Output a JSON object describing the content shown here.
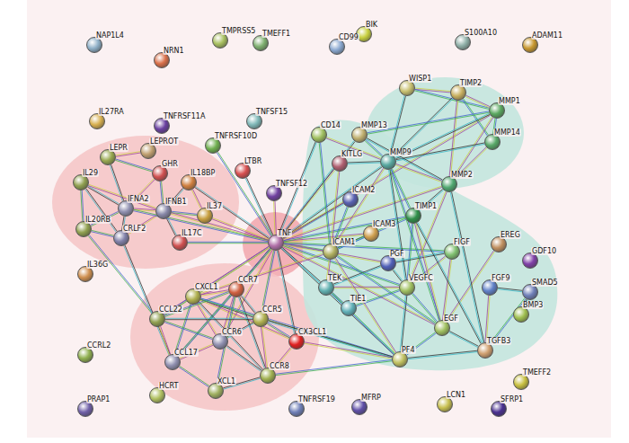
{
  "diagram": {
    "nodes": [
      {
        "text": [
          "NAP1L4"
        ]
      },
      {
        "text": [
          "NRN1"
        ]
      },
      {
        "text": [
          "TMPRSS5"
        ]
      },
      {
        "text": [
          "TMEFF1"
        ]
      },
      {
        "text": [
          "BIK"
        ]
      },
      {
        "text": [
          "CD99"
        ]
      },
      {
        "text": [
          "S100A10"
        ]
      },
      {
        "text": [
          "ADAM11"
        ]
      },
      {
        "text": [
          "WISP1"
        ]
      },
      {
        "text": [
          "TIMP2"
        ]
      },
      {
        "text": [
          "IL27RA"
        ]
      },
      {
        "text": [
          "TNFRSF11A"
        ]
      },
      {
        "text": [
          "TNFSF15"
        ]
      },
      {
        "text": [
          "MMP1"
        ]
      },
      {
        "text": [
          "CD14"
        ]
      },
      {
        "text": [
          "MMP13"
        ]
      },
      {
        "text": [
          "TNFRSF10D"
        ]
      },
      {
        "text": [
          "LEPR"
        ]
      },
      {
        "text": [
          "LEPROT"
        ]
      },
      {
        "text": [
          "MMP14"
        ]
      },
      {
        "text": [
          "GHR"
        ]
      },
      {
        "text": [
          "IL18BP"
        ]
      },
      {
        "text": [
          "LTBR"
        ]
      },
      {
        "text": [
          "KITLG"
        ]
      },
      {
        "text": [
          "MMP9"
        ]
      },
      {
        "text": [
          "IL29"
        ]
      },
      {
        "text": [
          "TNFSF12"
        ]
      },
      {
        "text": [
          "IFNA2"
        ]
      },
      {
        "text": [
          "IFNB1"
        ]
      },
      {
        "text": [
          "IL37"
        ]
      },
      {
        "text": [
          "MMP2"
        ]
      },
      {
        "text": [
          "ICAM2"
        ]
      },
      {
        "text": [
          "TIMP1"
        ]
      },
      {
        "text": [
          "IL20RB"
        ]
      },
      {
        "text": [
          "CRLF2"
        ]
      },
      {
        "text": [
          "IL17C"
        ]
      },
      {
        "text": [
          "ICAM3"
        ]
      },
      {
        "text": [
          "TNF"
        ]
      },
      {
        "text": [
          "ICAM1"
        ]
      },
      {
        "text": [
          "EREG"
        ]
      },
      {
        "text": [
          "FIGF"
        ]
      },
      {
        "text": [
          "PGF"
        ]
      },
      {
        "text": [
          "GDF10"
        ]
      },
      {
        "text": [
          "IL36G"
        ]
      },
      {
        "text": [
          "CXCL1"
        ]
      },
      {
        "text": [
          "CCR7"
        ]
      },
      {
        "text": [
          "TEK"
        ]
      },
      {
        "text": [
          "VEGFC"
        ]
      },
      {
        "text": [
          "FGF9"
        ]
      },
      {
        "text": [
          "SMAD5"
        ]
      },
      {
        "text": [
          "CCL22"
        ]
      },
      {
        "text": [
          "CCR5"
        ]
      },
      {
        "text": [
          "TIE1"
        ]
      },
      {
        "text": [
          "BMP3"
        ]
      },
      {
        "text": [
          "EGF"
        ]
      },
      {
        "text": [
          "CX3CL1"
        ]
      },
      {
        "text": [
          "CCR6"
        ]
      },
      {
        "text": [
          "CCL17"
        ]
      },
      {
        "text": [
          "TGFB3"
        ]
      },
      {
        "text": [
          "CCRL2"
        ]
      },
      {
        "text": [
          "PF4"
        ]
      },
      {
        "text": [
          "CCR8"
        ]
      },
      {
        "text": [
          "TMEFF2"
        ]
      },
      {
        "text": [
          "XCL1"
        ]
      },
      {
        "text": [
          "HCRT"
        ]
      },
      {
        "text": [
          "TNFRSF19"
        ]
      },
      {
        "text": [
          "MFRP"
        ]
      },
      {
        "text": [
          "LCN1"
        ]
      },
      {
        "text": [
          "PRAP1"
        ]
      },
      {
        "text": [
          "SFRP1"
        ]
      }
    ],
    "edges": [
      {
        "from": 17,
        "to": 18,
        "arrow": "none"
      },
      {
        "from": 17,
        "to": 20,
        "arrow": "none"
      },
      {
        "from": 17,
        "to": 27,
        "arrow": "none"
      },
      {
        "from": 20,
        "to": 27,
        "arrow": "none"
      },
      {
        "from": 20,
        "to": 28,
        "arrow": "none"
      },
      {
        "from": 25,
        "to": 27,
        "arrow": "none"
      },
      {
        "from": 25,
        "to": 28,
        "arrow": "none"
      },
      {
        "from": 25,
        "to": 33,
        "arrow": "none"
      },
      {
        "from": 25,
        "to": 34,
        "arrow": "none"
      },
      {
        "from": 27,
        "to": 28,
        "arrow": "none"
      },
      {
        "from": 27,
        "to": 33,
        "arrow": "none"
      },
      {
        "from": 27,
        "to": 34,
        "arrow": "none"
      },
      {
        "from": 28,
        "to": 34,
        "arrow": "none"
      },
      {
        "from": 28,
        "to": 29,
        "arrow": "none"
      },
      {
        "from": 28,
        "to": 21,
        "arrow": "none"
      },
      {
        "from": 21,
        "to": 29,
        "arrow": "none"
      },
      {
        "from": 33,
        "to": 34,
        "arrow": "none"
      },
      {
        "from": 28,
        "to": 35,
        "arrow": "none"
      },
      {
        "from": 37,
        "to": 28,
        "arrow": "none"
      },
      {
        "from": 37,
        "to": 27,
        "arrow": "none"
      },
      {
        "from": 37,
        "to": 21,
        "arrow": "none"
      },
      {
        "from": 37,
        "to": 29,
        "arrow": "none"
      },
      {
        "from": 37,
        "to": 35,
        "arrow": "none"
      },
      {
        "from": 37,
        "to": 22,
        "arrow": "none"
      },
      {
        "from": 37,
        "to": 26,
        "arrow": "none"
      },
      {
        "from": 37,
        "to": 16,
        "arrow": "none"
      },
      {
        "from": 37,
        "to": 31,
        "arrow": "none"
      },
      {
        "from": 37,
        "to": 36,
        "arrow": "none"
      },
      {
        "from": 37,
        "to": 38,
        "arrow": "none"
      },
      {
        "from": 37,
        "to": 24,
        "arrow": "none"
      },
      {
        "from": 37,
        "to": 30,
        "arrow": "none"
      },
      {
        "from": 37,
        "to": 32,
        "arrow": "none"
      },
      {
        "from": 37,
        "to": 14,
        "arrow": "none"
      },
      {
        "from": 37,
        "to": 23,
        "arrow": "none"
      },
      {
        "from": 37,
        "to": 44,
        "arrow": "none"
      },
      {
        "from": 37,
        "to": 45,
        "arrow": "none"
      },
      {
        "from": 37,
        "to": 50,
        "arrow": "none"
      },
      {
        "from": 37,
        "to": 51,
        "arrow": "none"
      },
      {
        "from": 37,
        "to": 55,
        "arrow": "none"
      },
      {
        "from": 37,
        "to": 56,
        "arrow": "none"
      },
      {
        "from": 37,
        "to": 57,
        "arrow": "none"
      },
      {
        "from": 37,
        "to": 60,
        "arrow": "none"
      },
      {
        "from": 37,
        "to": 54,
        "arrow": "none"
      },
      {
        "from": 37,
        "to": 47,
        "arrow": "none"
      },
      {
        "from": 37,
        "to": 46,
        "arrow": "none"
      },
      {
        "from": 37,
        "to": 41,
        "arrow": "none"
      },
      {
        "from": 37,
        "to": 40,
        "arrow": "none"
      },
      {
        "from": 37,
        "to": 15,
        "arrow": "none"
      },
      {
        "from": 37,
        "to": 13,
        "arrow": "none"
      },
      {
        "from": 33,
        "to": 50,
        "arrow": "none"
      },
      {
        "from": 34,
        "to": 57,
        "arrow": "none"
      },
      {
        "from": 44,
        "to": 45,
        "arrow": "none"
      },
      {
        "from": 44,
        "to": 50,
        "arrow": "none"
      },
      {
        "from": 44,
        "to": 51,
        "arrow": "none"
      },
      {
        "from": 44,
        "to": 56,
        "arrow": "none"
      },
      {
        "from": 44,
        "to": 57,
        "arrow": "none"
      },
      {
        "from": 44,
        "to": 61,
        "arrow": "none"
      },
      {
        "from": 44,
        "to": 55,
        "arrow": "none"
      },
      {
        "from": 45,
        "to": 50,
        "arrow": "none"
      },
      {
        "from": 45,
        "to": 51,
        "arrow": "none"
      },
      {
        "from": 45,
        "to": 56,
        "arrow": "none"
      },
      {
        "from": 45,
        "to": 57,
        "arrow": "none"
      },
      {
        "from": 45,
        "to": 61,
        "arrow": "none"
      },
      {
        "from": 50,
        "to": 57,
        "arrow": "none"
      },
      {
        "from": 50,
        "to": 56,
        "arrow": "none"
      },
      {
        "from": 51,
        "to": 56,
        "arrow": "none"
      },
      {
        "from": 51,
        "to": 61,
        "arrow": "none"
      },
      {
        "from": 51,
        "to": 55,
        "arrow": "none"
      },
      {
        "from": 56,
        "to": 61,
        "arrow": "none"
      },
      {
        "from": 56,
        "to": 57,
        "arrow": "none"
      },
      {
        "from": 57,
        "to": 63,
        "arrow": "none"
      },
      {
        "from": 61,
        "to": 63,
        "arrow": "none"
      },
      {
        "from": 55,
        "to": 61,
        "arrow": "none"
      },
      {
        "from": 44,
        "to": 60,
        "arrow": "none"
      },
      {
        "from": 51,
        "to": 60,
        "arrow": "none"
      },
      {
        "from": 55,
        "to": 60,
        "arrow": "none"
      },
      {
        "from": 45,
        "to": 63,
        "arrow": "none"
      },
      {
        "from": 50,
        "to": 51,
        "arrow": "none"
      },
      {
        "from": 8,
        "to": 9,
        "arrow": "none"
      },
      {
        "from": 8,
        "to": 13,
        "arrow": "none"
      },
      {
        "from": 8,
        "to": 24,
        "arrow": "none"
      },
      {
        "from": 9,
        "to": 13,
        "arrow": "none"
      },
      {
        "from": 9,
        "to": 19,
        "arrow": "none"
      },
      {
        "from": 9,
        "to": 24,
        "arrow": "none"
      },
      {
        "from": 9,
        "to": 30,
        "arrow": "none"
      },
      {
        "from": 13,
        "to": 19,
        "arrow": "none"
      },
      {
        "from": 13,
        "to": 24,
        "arrow": "none"
      },
      {
        "from": 13,
        "to": 30,
        "arrow": "none"
      },
      {
        "from": 13,
        "to": 15,
        "arrow": "none"
      },
      {
        "from": 19,
        "to": 24,
        "arrow": "none"
      },
      {
        "from": 19,
        "to": 30,
        "arrow": "none"
      },
      {
        "from": 15,
        "to": 24,
        "arrow": "none"
      },
      {
        "from": 15,
        "to": 30,
        "arrow": "none"
      },
      {
        "from": 24,
        "to": 30,
        "arrow": "none"
      },
      {
        "from": 24,
        "to": 32,
        "arrow": "none"
      },
      {
        "from": 30,
        "to": 32,
        "arrow": "none"
      },
      {
        "from": 14,
        "to": 24,
        "arrow": "none"
      },
      {
        "from": 14,
        "to": 38,
        "arrow": "none"
      },
      {
        "from": 23,
        "to": 24,
        "arrow": "none"
      },
      {
        "from": 23,
        "to": 38,
        "arrow": "none"
      },
      {
        "from": 31,
        "to": 38,
        "arrow": "none"
      },
      {
        "from": 36,
        "to": 38,
        "arrow": "none"
      },
      {
        "from": 24,
        "to": 38,
        "arrow": "none"
      },
      {
        "from": 32,
        "to": 38,
        "arrow": "none"
      },
      {
        "from": 24,
        "to": 47,
        "arrow": "none"
      },
      {
        "from": 30,
        "to": 47,
        "arrow": "none"
      },
      {
        "from": 32,
        "to": 47,
        "arrow": "none"
      },
      {
        "from": 41,
        "to": 47,
        "arrow": "none"
      },
      {
        "from": 40,
        "to": 47,
        "arrow": "none"
      },
      {
        "from": 46,
        "to": 52,
        "arrow": "none"
      },
      {
        "from": 46,
        "to": 41,
        "arrow": "none"
      },
      {
        "from": 46,
        "to": 47,
        "arrow": "none"
      },
      {
        "from": 52,
        "to": 47,
        "arrow": "none"
      },
      {
        "from": 41,
        "to": 40,
        "arrow": "none"
      },
      {
        "from": 40,
        "to": 54,
        "arrow": "none"
      },
      {
        "from": 47,
        "to": 54,
        "arrow": "none"
      },
      {
        "from": 54,
        "to": 58,
        "arrow": "none"
      },
      {
        "from": 54,
        "to": 39,
        "arrow": "none"
      },
      {
        "from": 58,
        "to": 49,
        "arrow": "none"
      },
      {
        "from": 49,
        "to": 53,
        "arrow": "none"
      },
      {
        "from": 48,
        "to": 58,
        "arrow": "none"
      },
      {
        "from": 54,
        "to": 60,
        "arrow": "none"
      },
      {
        "from": 47,
        "to": 60,
        "arrow": "none"
      },
      {
        "from": 38,
        "to": 60,
        "arrow": "none"
      },
      {
        "from": 46,
        "to": 60,
        "arrow": "none"
      },
      {
        "from": 58,
        "to": 60,
        "arrow": "none"
      },
      {
        "from": 32,
        "to": 54,
        "arrow": "none"
      },
      {
        "from": 24,
        "to": 54,
        "arrow": "none"
      },
      {
        "from": 30,
        "to": 58,
        "arrow": "none"
      },
      {
        "from": 38,
        "to": 46,
        "arrow": "none"
      },
      {
        "from": 38,
        "to": 54,
        "arrow": "none"
      },
      {
        "from": 32,
        "to": 58,
        "arrow": "none"
      },
      {
        "from": 44,
        "to": 38,
        "arrow": "none"
      },
      {
        "from": 61,
        "to": 60,
        "arrow": "none"
      },
      {
        "from": 48,
        "to": 49,
        "arrow": "none"
      }
    ]
  }
}
